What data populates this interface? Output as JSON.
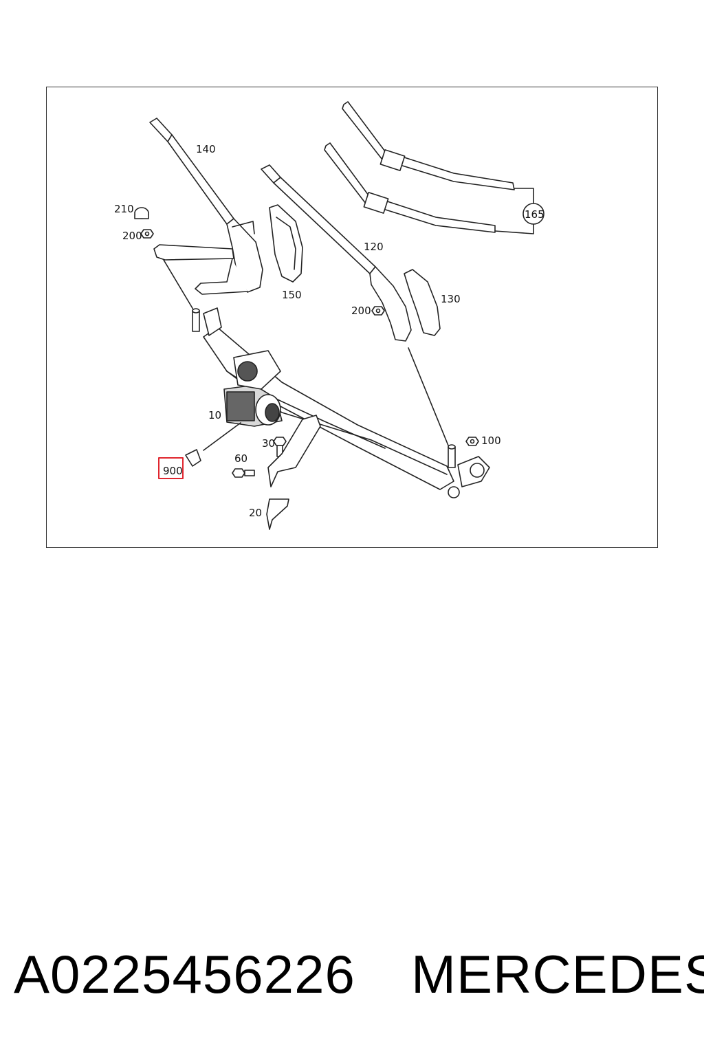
{
  "diagram": {
    "callouts": {
      "c140": "140",
      "c210": "210",
      "c200a": "200",
      "c150": "150",
      "c120": "120",
      "c165": "165",
      "c130": "130",
      "c200b": "200",
      "c10": "10",
      "c30": "30",
      "c100": "100",
      "c60": "60",
      "c900": "900",
      "c20": "20"
    },
    "highlight_color": "#e0262f"
  },
  "footer": {
    "part_number": "A0225456226",
    "brand": "MERCEDES"
  }
}
